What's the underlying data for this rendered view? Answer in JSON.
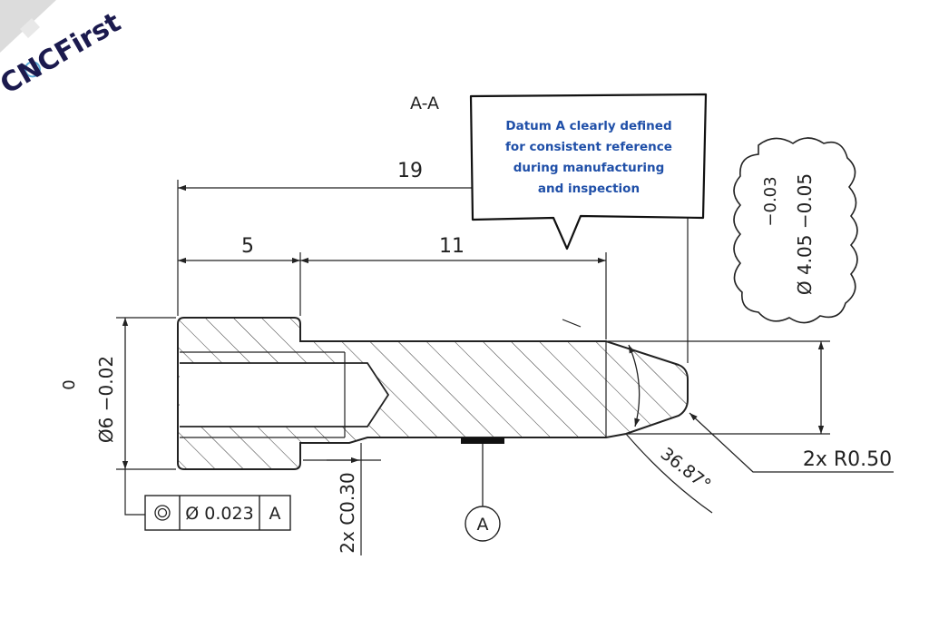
{
  "logo": {
    "text": "CNCFirst"
  },
  "drawing": {
    "section_label": "A-A",
    "dim_overall": "19",
    "dim_head": "5",
    "dim_shank": "11",
    "dia_left": "Ø6 −0.02",
    "dia_left_tol": "0",
    "dia_right": "Ø 4.05 −0.05",
    "dia_right_tol": "−0.03",
    "fcf_value": "Ø 0.023",
    "fcf_datum": "A",
    "chamfer": "2x C0.30",
    "angle": "36.87°",
    "radius": "2x R0.50",
    "datum_label": "A"
  },
  "callout": {
    "lines": [
      "Datum A clearly defined",
      "for consistent reference",
      "during manufacturing",
      "and inspection"
    ]
  },
  "colors": {
    "callout_text": "#1f4fa8",
    "logo": "#1b1a4e",
    "line": "#222222"
  }
}
